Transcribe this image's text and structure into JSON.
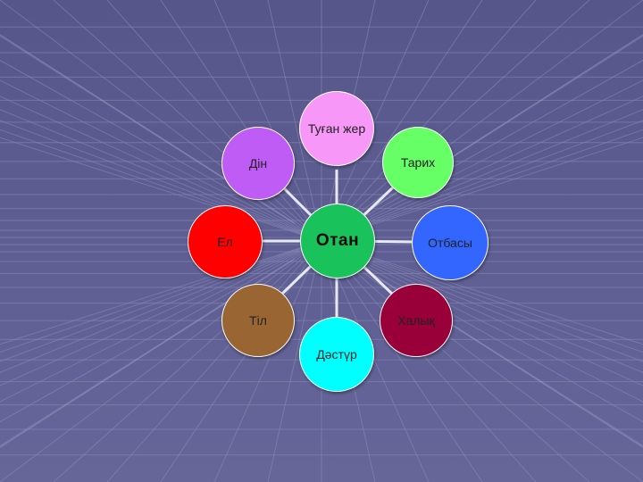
{
  "diagram": {
    "center": {
      "label": "Отан",
      "color": "#19c25a"
    },
    "nodes": [
      {
        "label": "Туған жер",
        "color": "#f797f7"
      },
      {
        "label": "Тарих",
        "color": "#66ff66"
      },
      {
        "label": "Отбасы",
        "color": "#3366ff"
      },
      {
        "label": "Халық",
        "color": "#99003a"
      },
      {
        "label": "Дәстүр",
        "color": "#00ffff"
      },
      {
        "label": "Тіл",
        "color": "#996633"
      },
      {
        "label": "Ел",
        "color": "#ff0000"
      },
      {
        "label": "Дін",
        "color": "#bf5cf5"
      }
    ],
    "connector_color": "#e8e8f4",
    "background_color": "#5b5b8f"
  }
}
